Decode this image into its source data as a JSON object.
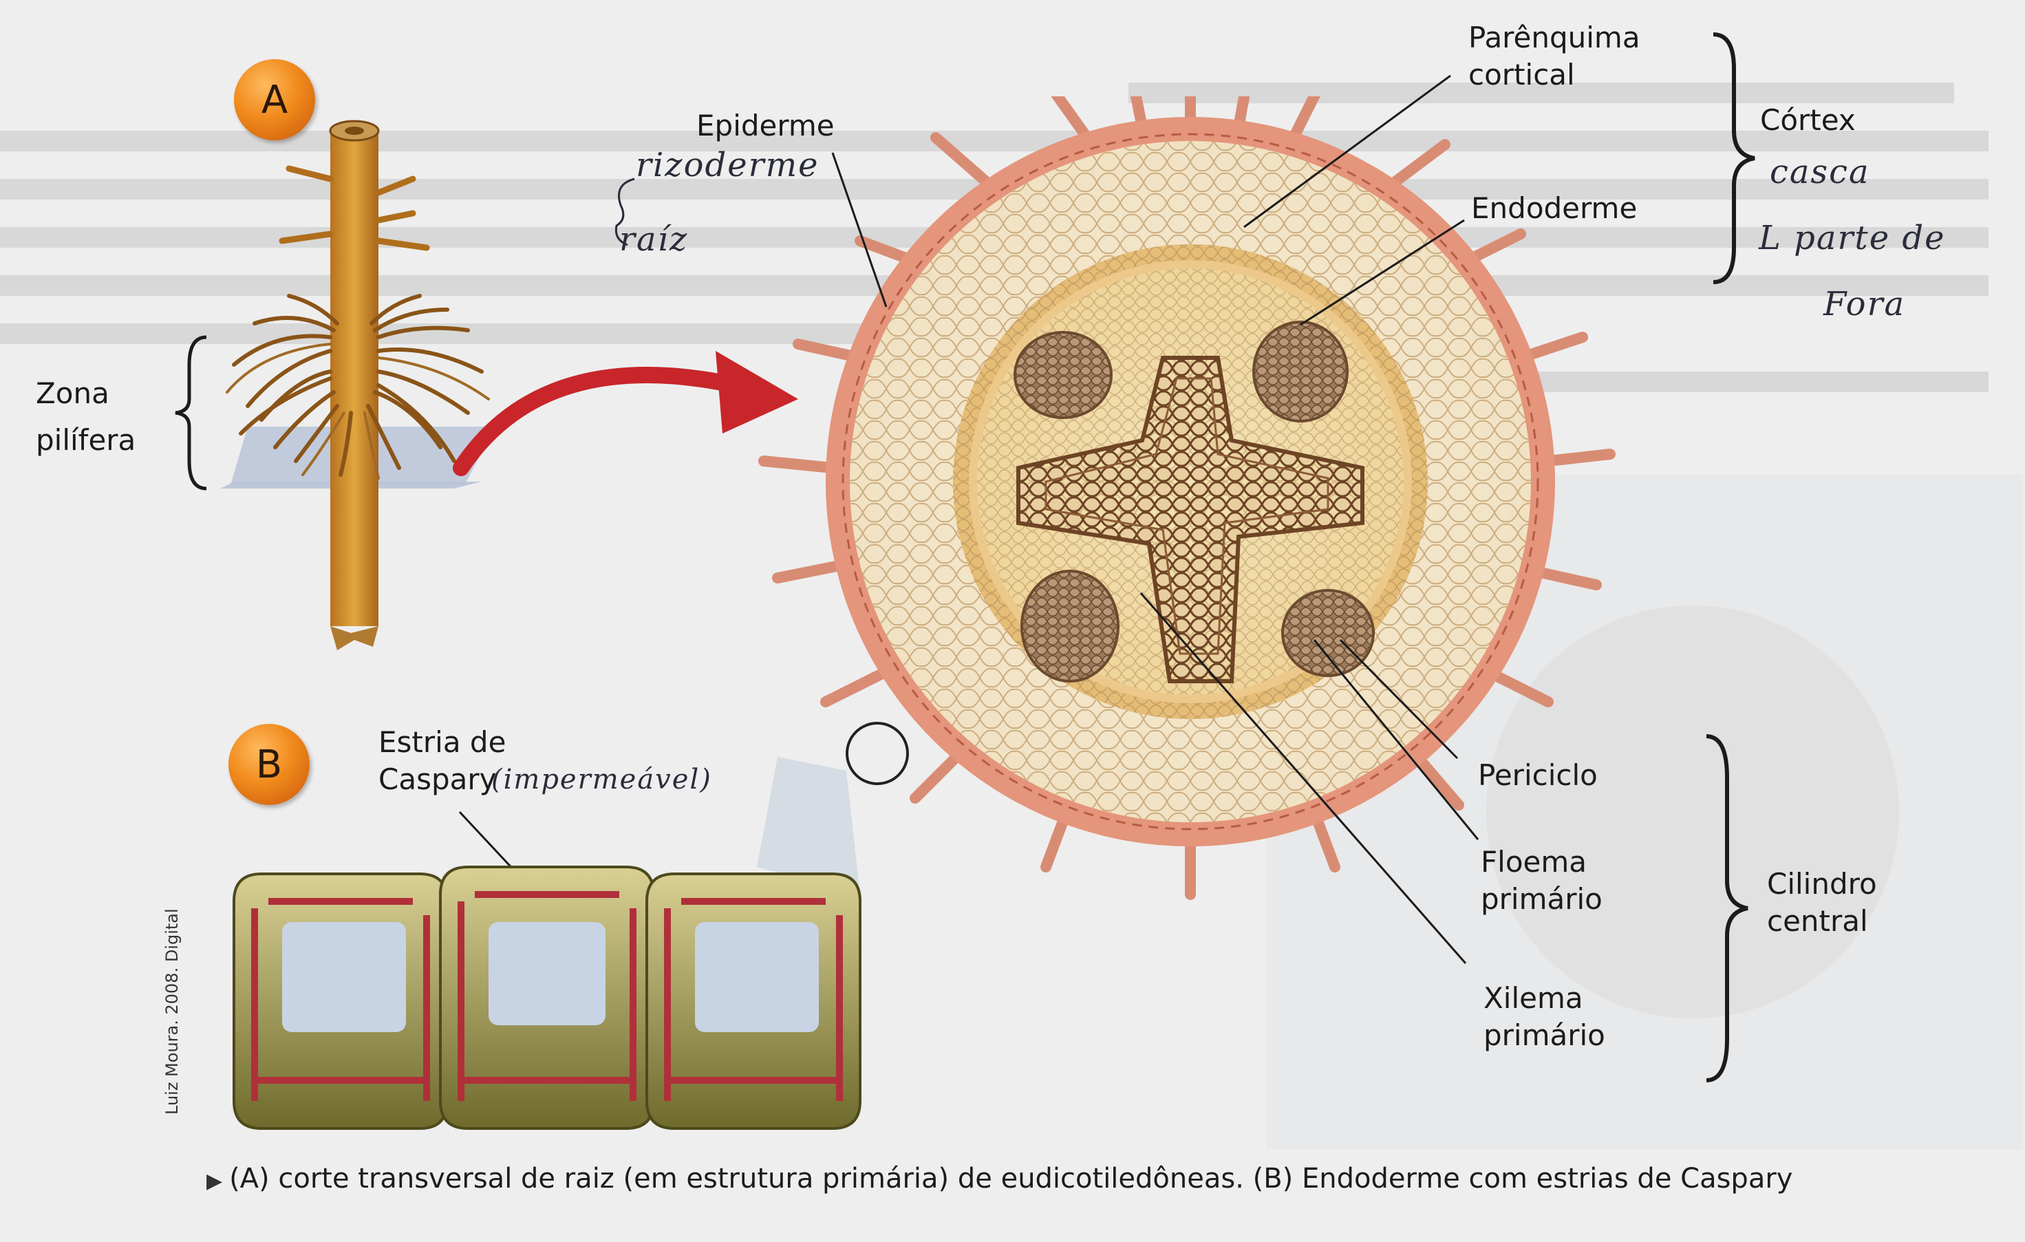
{
  "badges": {
    "a": "A",
    "b": "B"
  },
  "labels": {
    "zona_pilifera": [
      "Zona",
      "pilífera"
    ],
    "epiderme": "Epiderme",
    "parenquima_cortical": [
      "Parênquima",
      "cortical"
    ],
    "endoderme": "Endoderme",
    "cortex": "Córtex",
    "periciclo": "Periciclo",
    "floema_primario": [
      "Floema",
      "primário"
    ],
    "xilema_primario": [
      "Xilema",
      "primário"
    ],
    "cilindro_central": [
      "Cilindro",
      "central"
    ],
    "estria_de_caspary": [
      "Estria de",
      "Caspary"
    ]
  },
  "handwritten": {
    "rizoderme": "rizoderme",
    "raiz": "raíz",
    "casca": "casca",
    "parte_de": "L parte de",
    "fora": "Fora",
    "impermeavel": "(impermeável)"
  },
  "credit": "Luiz Moura. 2008. Digital",
  "caption": "(A) corte transversal de raiz (em estrutura primária) de eudicotiledôneas. (B) Endoderme com estrias de Caspary",
  "colors": {
    "epidermis": "#e4957b",
    "root_hair": "#d98c74",
    "cortex": "#f4ead2",
    "endodermis": "#e0b36a",
    "xylem": "#8a5a34",
    "phloem": "#9c7a5a",
    "caspary_strip": "#b0303a",
    "arrow": "#c8262a",
    "badge": "#f08a1c"
  }
}
